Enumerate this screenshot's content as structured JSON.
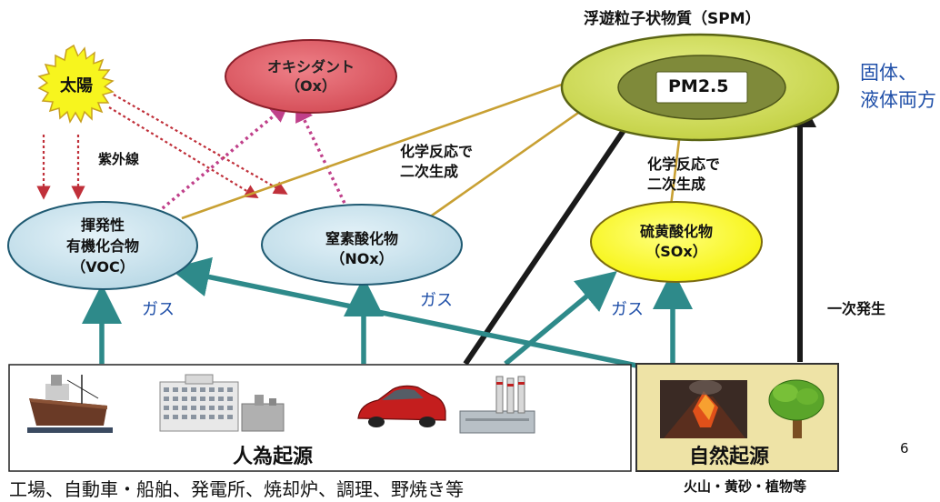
{
  "spm": {
    "title": "浮遊粒子状物質（SPM）",
    "inner": "PM2.5"
  },
  "phase_note": {
    "line1": "固体、",
    "line2": "液体両方"
  },
  "sun": {
    "label": "太陽"
  },
  "uv": {
    "label": "紫外線"
  },
  "oxidant": {
    "line1": "オキシダント",
    "line2": "（Ox）"
  },
  "reaction_left": {
    "line1": "化学反応で",
    "line2": "二次生成"
  },
  "reaction_right": {
    "line1": "化学反応で",
    "line2": "二次生成"
  },
  "voc": {
    "line1": "揮発性",
    "line2": "有機化合物",
    "line3": "（VOC）"
  },
  "nox": {
    "line1": "窒素酸化物",
    "line2": "（NOx）"
  },
  "sox": {
    "line1": "硫黄酸化物",
    "line2": "（SOx）"
  },
  "gas_labels": [
    "ガス",
    "ガス",
    "ガス"
  ],
  "primary": {
    "label": "一次発生"
  },
  "anthropogenic": {
    "label": "人為起源",
    "caption": "工場、自動車・船舶、発電所、焼却炉、調理、野焼き等"
  },
  "natural": {
    "label": "自然起源",
    "caption": "火山・黄砂・植物等"
  },
  "page_number": "6",
  "colors": {
    "teal": "#2e8a8a",
    "black_arrow": "#1a1a1a",
    "gold_arrow": "#c8a033",
    "uv_red": "#c0303a",
    "dot_magenta": "#c0408a",
    "gas_blue": "#1f4fa8",
    "oxidant_fill": "#dc5a66",
    "voc_fill": "#cfe6f0",
    "sox_fill": "#ffff33",
    "spm_fill": "#d7e56a",
    "pm_fill": "#7f8a3a",
    "natural_fill": "#eee3a6"
  },
  "icons": [
    "sun-icon",
    "ship-icon",
    "building-icon",
    "car-icon",
    "factory-icon",
    "volcano-icon",
    "tree-icon"
  ]
}
